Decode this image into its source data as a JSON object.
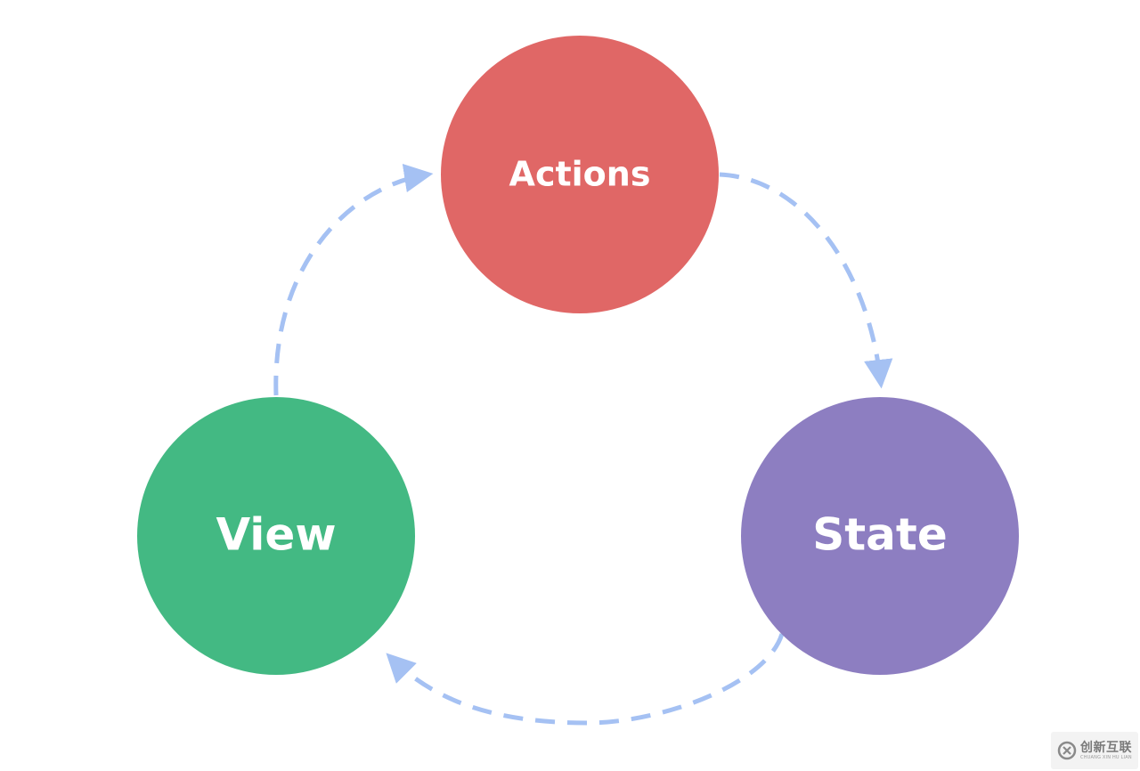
{
  "colors": {
    "actions": "#E06766",
    "state": "#8D7EC1",
    "view": "#43B983",
    "arrow": "#A5C1F3",
    "label": "#FFFFFF",
    "watermark_text": "#7A7A7A"
  },
  "nodes": {
    "actions": {
      "label": "Actions"
    },
    "state": {
      "label": "State"
    },
    "view": {
      "label": "View"
    }
  },
  "edges": [
    {
      "from": "Actions",
      "to": "State"
    },
    {
      "from": "State",
      "to": "View"
    },
    {
      "from": "View",
      "to": "Actions"
    }
  ],
  "watermark": {
    "text": "创新互联",
    "subtext": "CHUANG XIN HU LIAN"
  }
}
